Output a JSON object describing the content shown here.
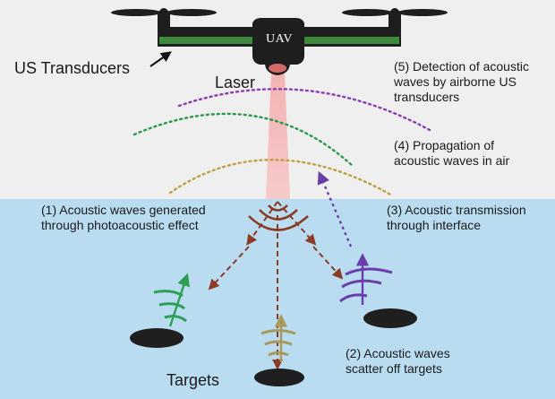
{
  "diagram": {
    "uav_label": "UAV",
    "labels": {
      "us_transducers": "US Transducers",
      "laser": "Laser",
      "step5_line1": "(5) Detection of acoustic",
      "step5_line2": "waves by airborne US",
      "step5_line3": "transducers",
      "step4_line1": "(4) Propagation of",
      "step4_line2": "acoustic waves in air",
      "step1_line1": "(1) Acoustic waves generated",
      "step1_line2": "through photoacoustic effect",
      "step3_line1": "(3) Acoustic transmission",
      "step3_line2": "through interface",
      "step2_line1": "(2) Acoustic waves",
      "step2_line2": "scatter off targets",
      "targets": "Targets"
    },
    "colors": {
      "air": "#efefef",
      "water": "#b9dcf0",
      "drone_body": "#1e1e1e",
      "transducer": "#3d8a3d",
      "laser": "#f0a0a0",
      "generated_wave": "#8b3a24",
      "scatter_green": "#2e9e55",
      "scatter_tan": "#a89a5a",
      "scatter_purple": "#6a3ea8",
      "air_wave_green": "#2a9a4a",
      "air_wave_purple": "#8a3cb0",
      "air_wave_tan": "#c0a040"
    }
  }
}
